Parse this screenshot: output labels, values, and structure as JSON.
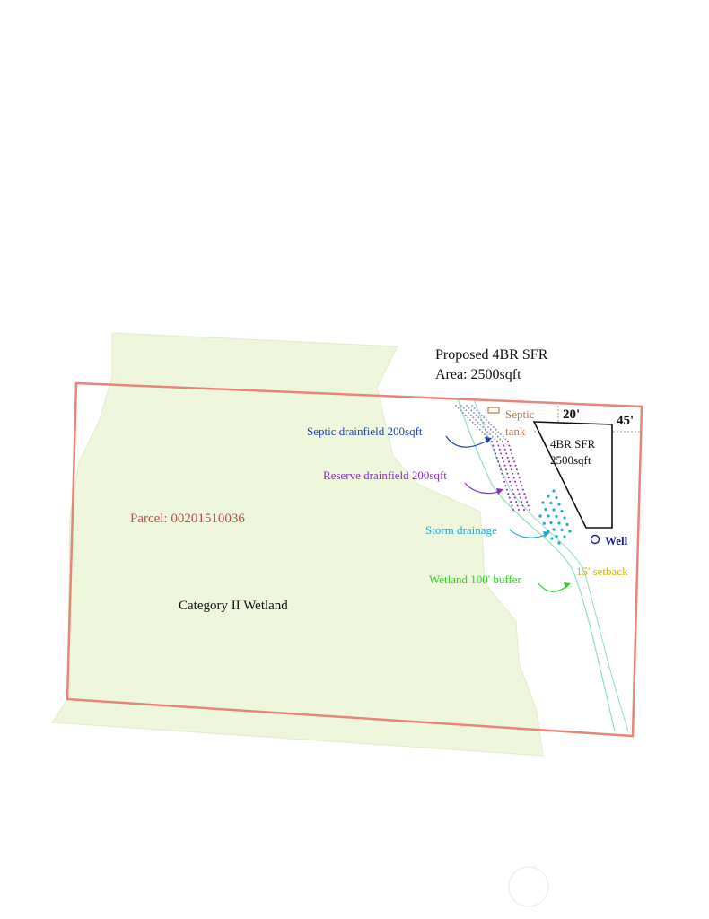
{
  "title": {
    "line1": "Proposed 4BR SFR",
    "line2": "Area: 2500sqft"
  },
  "parcel_label": "Parcel: 00201510036",
  "wetland_label": "Category II Wetland",
  "house": {
    "line1": "4BR SFR",
    "line2": "2500sqft"
  },
  "dimensions": {
    "width": "20'",
    "offset": "45'"
  },
  "septic_tank": {
    "line1": "Septic",
    "line2": "tank"
  },
  "callouts": {
    "septic_drainfield": "Septic drainfield 200sqft",
    "reserve_drainfield": "Reserve drainfield 200sqft",
    "storm_drainage": "Storm drainage",
    "wetland_buffer": "Wetland 100' buffer",
    "setback": "15' setback",
    "well": "Well"
  },
  "colors": {
    "parcel_outline": "#e8857a",
    "parcel_text": "#b5524a",
    "wetland_fill": "#eef7dc",
    "buffer_line": "#8fe0c0",
    "septic": "#1d43b8",
    "reserve": "#8a2bc9",
    "storm": "#1fa9d8",
    "buffer_text": "#2fd02a",
    "setback_text": "#c9b800",
    "well": "#1a1a8a",
    "tank_text": "#b87a50"
  }
}
